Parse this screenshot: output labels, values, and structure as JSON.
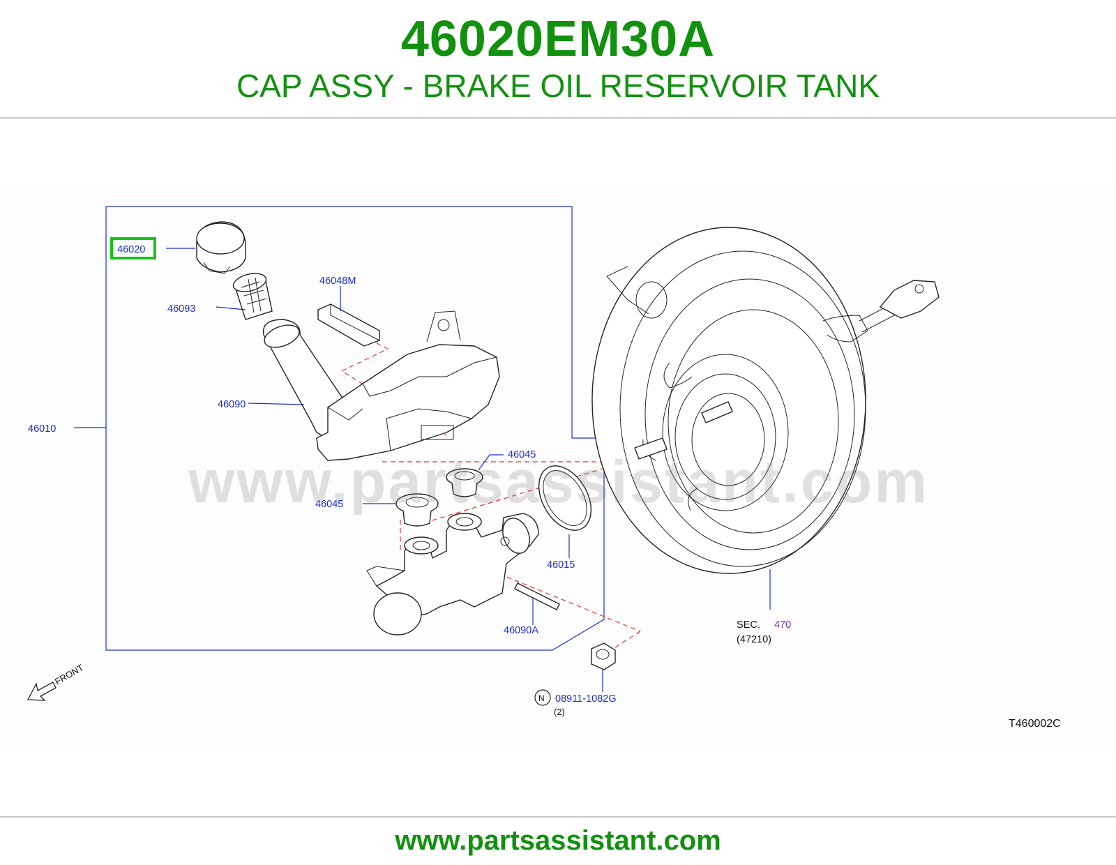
{
  "header": {
    "part_number": "46020EM30A",
    "part_name": "CAP ASSY - BRAKE OIL RESERVOIR TANK"
  },
  "diagram": {
    "callouts": {
      "c46020": "46020",
      "c46093": "46093",
      "c46048M": "46048M",
      "c46090": "46090",
      "c46010": "46010",
      "c46045_upper": "46045",
      "c46045_lower": "46045",
      "c46015": "46015",
      "c46090A": "46090A",
      "sec_prefix": "SEC.",
      "sec_number": "470",
      "sec_ref": "(47210)",
      "nut_circle": "N",
      "nut_part": "08911-1082G",
      "nut_qty": "(2)"
    },
    "front_label": "FRONT",
    "diagram_code": "T460002C",
    "watermark": "www.partsassistant.com",
    "highlight_color": "#19c21a"
  },
  "footer": {
    "url": "www.partsassistant.com"
  },
  "colors": {
    "brand_green": "#12910f",
    "callout_blue": "#1a2fd0",
    "leader_dash_red": "#e0333a",
    "section_purple": "#7a2fc0"
  }
}
